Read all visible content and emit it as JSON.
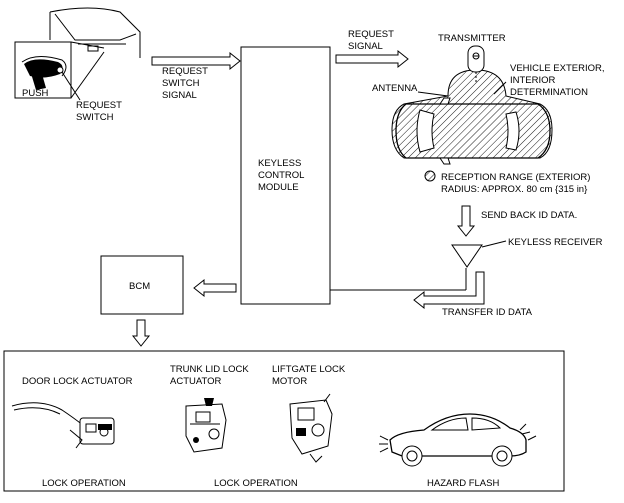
{
  "labels": {
    "request_switch_signal": [
      "REQUEST",
      "SWITCH",
      "SIGNAL"
    ],
    "request_signal": [
      "REQUEST",
      "SIGNAL"
    ],
    "transmitter": "TRANSMITTER",
    "vehicle_determination": [
      "VEHICLE EXTERIOR,",
      "INTERIOR",
      "DETERMINATION"
    ],
    "antenna": "ANTENNA",
    "push": "PUSH",
    "request_switch": [
      "REQUEST",
      "SWITCH"
    ],
    "keyless_control_module": [
      "KEYLESS",
      "CONTROL",
      "MODULE"
    ],
    "reception_range": [
      "RECEPTION RANGE (EXTERIOR)",
      "RADIUS: APPROX. 80 cm {315 in}"
    ],
    "send_back_id": "SEND BACK ID DATA.",
    "keyless_receiver": "KEYLESS RECEIVER",
    "bcm": "BCM",
    "transfer_id": "TRANSFER ID DATA",
    "door_lock_actuator": "DOOR LOCK ACTUATOR",
    "trunk_lid_lock_actuator": [
      "TRUNK LID LOCK",
      "ACTUATOR"
    ],
    "liftgate_lock_motor": [
      "LIFTGATE LOCK",
      "MOTOR"
    ],
    "lock_operation_1": "LOCK OPERATION",
    "lock_operation_2": "LOCK OPERATION",
    "hazard_flash": "HAZARD FLASH"
  },
  "icons": [
    "door-handle-icon",
    "key-fob-icon",
    "vehicle-top-view-icon",
    "receiver-triangle-icon",
    "door-lock-actuator-icon",
    "trunk-lock-actuator-icon",
    "liftgate-lock-motor-icon",
    "sedan-side-icon"
  ]
}
